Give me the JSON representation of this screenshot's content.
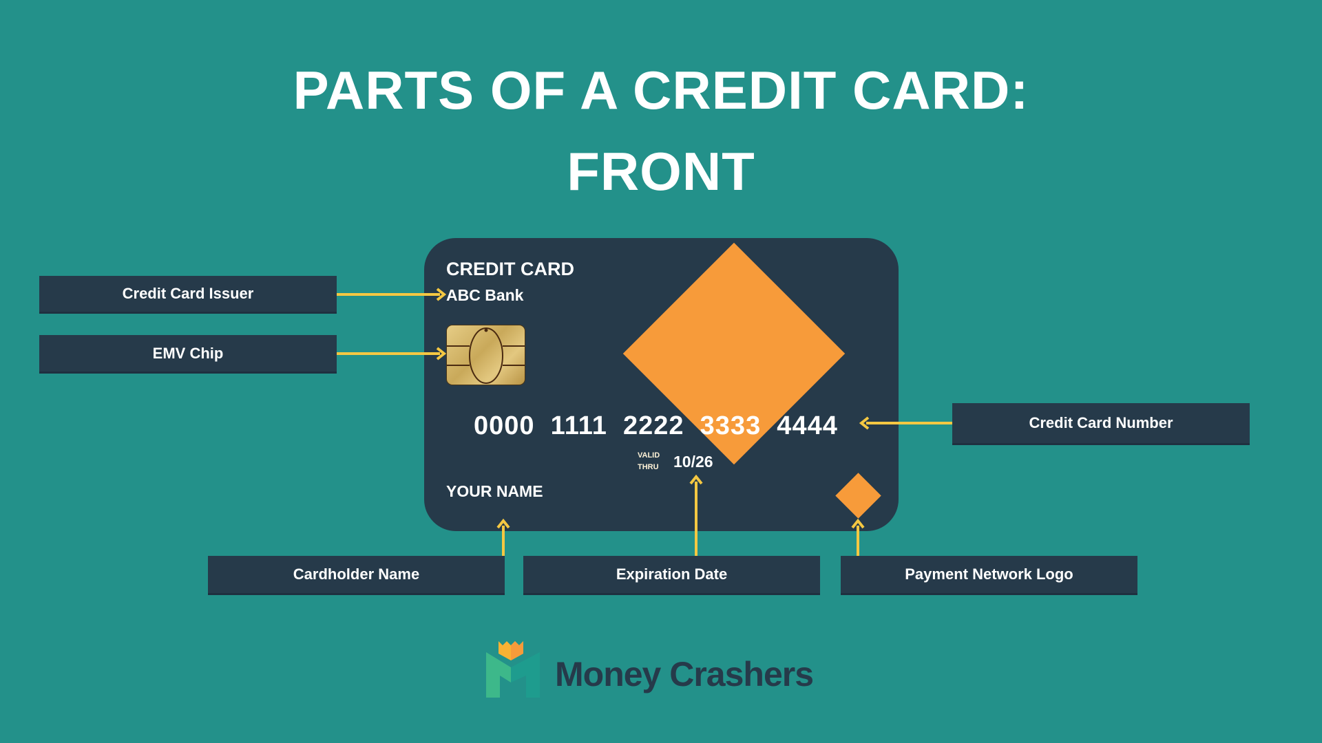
{
  "title": {
    "line1": "PARTS OF A CREDIT CARD:",
    "line2": "FRONT"
  },
  "card": {
    "heading": "CREDIT CARD",
    "issuer": "ABC Bank",
    "number": "0000  1111  2222  3333  4444",
    "valid_label_1": "VALID",
    "valid_label_2": "THRU",
    "expiry": "10/26",
    "holder": "YOUR NAME",
    "chip_icon": "emv-chip-icon",
    "network_logo_icon": "diamond-icon"
  },
  "labels": {
    "issuer": "Credit Card Issuer",
    "chip": "EMV Chip",
    "number": "Credit Card Number",
    "holder": "Cardholder Name",
    "expiry": "Expiration Date",
    "network": "Payment Network Logo"
  },
  "brand": {
    "name": "Money Crashers",
    "logo_icon": "money-crashers-m-crown-icon"
  },
  "colors": {
    "background": "#23918a",
    "card": "#263a4a",
    "accent_orange": "#f79b3a",
    "arrow_yellow": "#f5c842",
    "text": "#ffffff"
  }
}
